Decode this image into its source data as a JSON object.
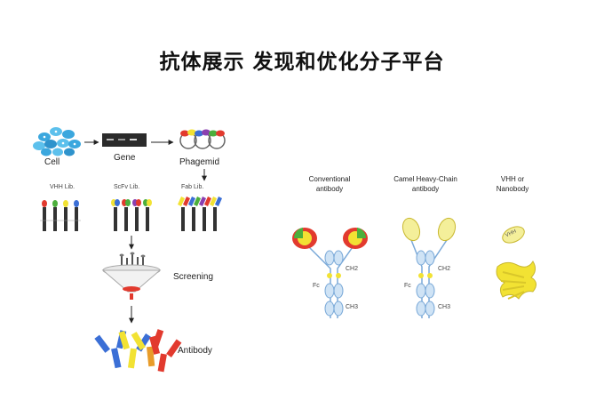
{
  "title": "抗体展示 发现和优化分子平台",
  "workflow": {
    "cell": "Cell",
    "gene": "Gene",
    "phagemid": "Phagemid",
    "vhh_lib": "VHH Lib.",
    "scfv_lib": "ScFv Lib.",
    "fab_lib": "Fab Lib.",
    "screening": "Screening",
    "antibody": "Antibody"
  },
  "formats": {
    "conventional": {
      "line1": "Conventional",
      "line2": "antibody"
    },
    "camel": {
      "line1": "Camel Heavy-Chain",
      "line2": "antibody"
    },
    "vhh": {
      "line1": "VHH or",
      "line2": "Nanobody"
    }
  },
  "domain_labels": {
    "ch2": "CH2",
    "ch3": "CH3",
    "fc": "Fc",
    "vhh": "VHH"
  },
  "colors": {
    "cell_blue": "#3ba7de",
    "red": "#e23a2e",
    "yellow": "#f2e233",
    "green": "#4caf3c",
    "blue": "#3b6fd6",
    "purple": "#8a3fb0",
    "pale_yellow": "#f4ef9a",
    "pale_blue": "#cfe3f5"
  }
}
